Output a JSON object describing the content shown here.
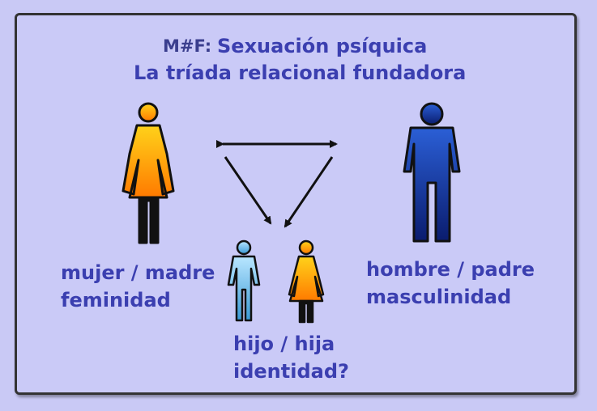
{
  "diagram": {
    "code": "M#F:",
    "title": "Sexuación psíquica",
    "subtitle": "La tríada relacional fundadora",
    "mother": {
      "line1": "mujer / madre",
      "line2": "feminidad"
    },
    "father": {
      "line1": "hombre / padre",
      "line2": "masculinidad"
    },
    "child": {
      "line1": "hijo / hija",
      "line2": "identidad?"
    }
  },
  "colors": {
    "text": "#3b3fb0",
    "background": "#cacaf7",
    "female_top": "#ffd21a",
    "female_bottom": "#ff7a00",
    "male_top": "#2b5fd6",
    "male_bottom": "#0a1c6e",
    "boy_top": "#b9e6ff",
    "boy_bottom": "#3a9ad6"
  }
}
